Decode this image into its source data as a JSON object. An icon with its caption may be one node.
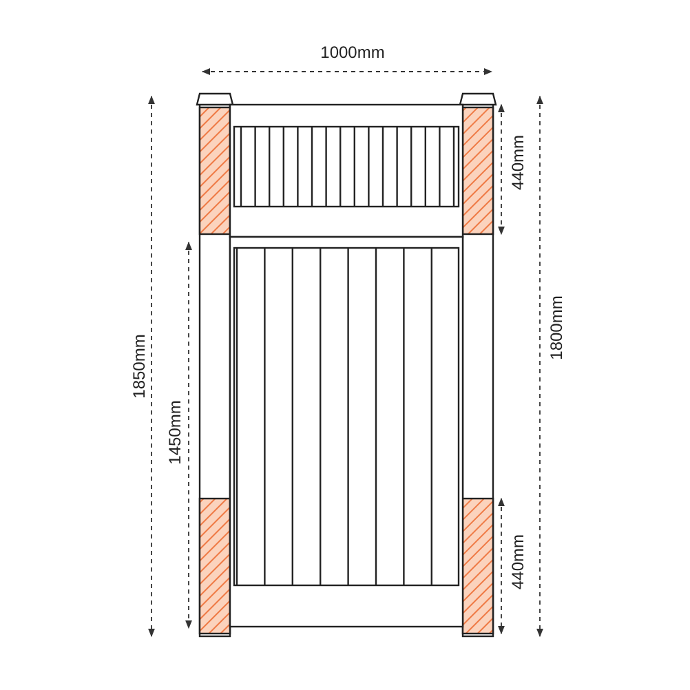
{
  "diagram": {
    "labels": [
      "1000mm",
      "1850mm",
      "1450mm",
      "440mm",
      "1800mm",
      "440mm"
    ]
  }
}
